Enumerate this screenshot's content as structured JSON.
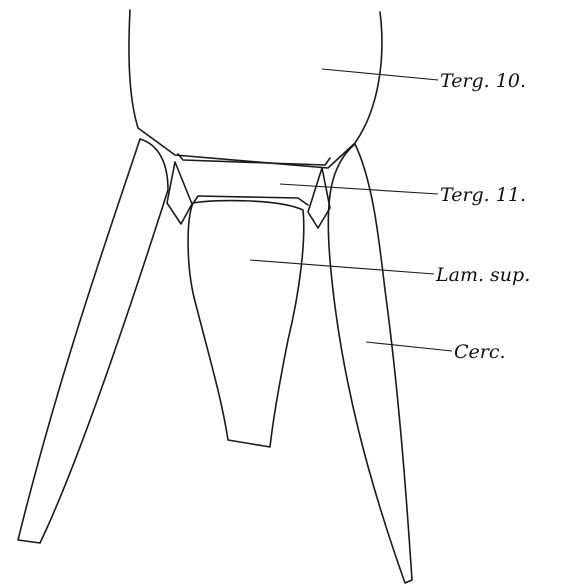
{
  "figure": {
    "labels": {
      "tergite_10": "Terg. 10.",
      "tergite_11": "Terg. 11.",
      "lamina_supraanalis": "Lam. sup.",
      "cercus": "Cerc."
    }
  }
}
